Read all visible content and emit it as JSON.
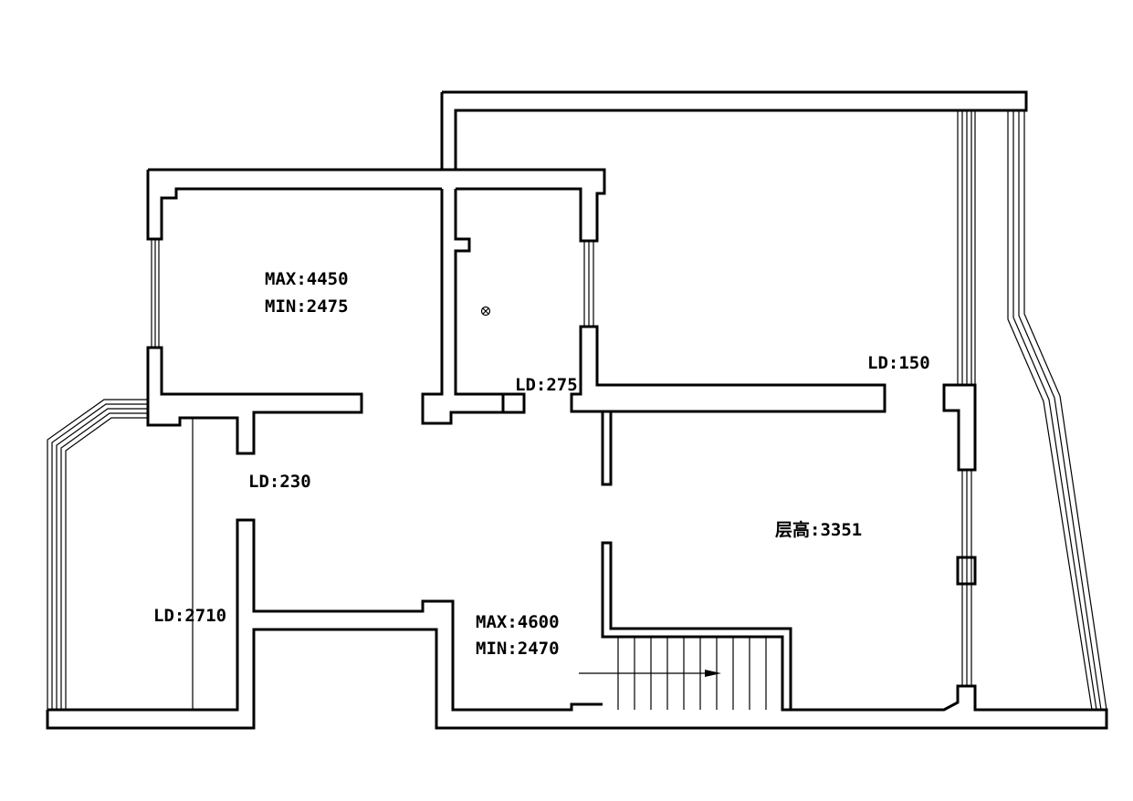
{
  "labels": {
    "room_nw_max": "MAX:4450",
    "room_nw_min": "MIN:2475",
    "ld_150": "LD:150",
    "ld_275": "LD:275",
    "ld_230": "LD:230",
    "floor_height": "层高:3351",
    "ld_2710": "LD:2710",
    "room_s_max": "MAX:4600",
    "room_s_min": "MIN:2470"
  },
  "symbols": {
    "drain": "floor-drain-icon",
    "stair_arrow": "arrow-right-icon"
  }
}
